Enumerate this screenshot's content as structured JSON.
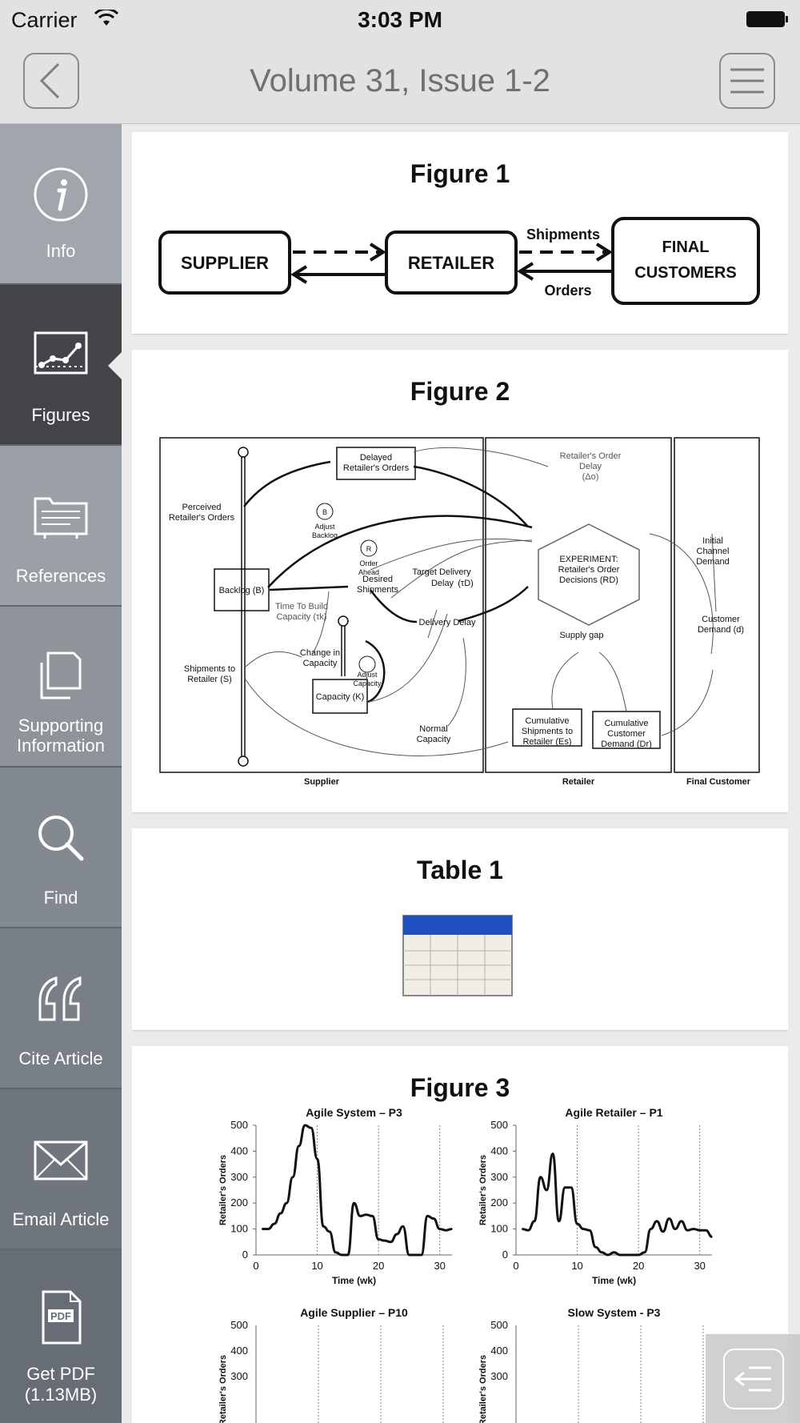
{
  "status_bar": {
    "carrier": "Carrier",
    "time": "3:03 PM"
  },
  "nav": {
    "title": "Volume 31, Issue 1-2"
  },
  "sidebar": {
    "items": [
      {
        "label": "Info",
        "icon": "info-icon",
        "active": false
      },
      {
        "label": "Figures",
        "icon": "chart-icon",
        "active": true
      },
      {
        "label": "References",
        "icon": "folder-icon",
        "active": false
      },
      {
        "label_line1": "Supporting",
        "label_line2": "Information",
        "icon": "documents-icon",
        "active": false
      },
      {
        "label": "Find",
        "icon": "search-icon",
        "active": false
      },
      {
        "label": "Cite Article",
        "icon": "quote-icon",
        "active": false
      },
      {
        "label": "Email Article",
        "icon": "envelope-icon",
        "active": false
      },
      {
        "label_line1": "Get PDF",
        "label_line2": "(1.13MB)",
        "icon": "pdf-icon",
        "icon_text": "PDF",
        "active": false
      }
    ]
  },
  "figure1": {
    "title": "Figure 1",
    "supplier": "SUPPLIER",
    "retailer": "RETAILER",
    "final_line1": "FINAL",
    "final_line2": "CUSTOMERS",
    "shipments": "Shipments",
    "orders": "Orders"
  },
  "figure2": {
    "title": "Figure 2",
    "labels": {
      "delayed1": "Delayed",
      "delayed2": "Retailer's Orders",
      "perceived1": "Perceived",
      "perceived2": "Retailer's Orders",
      "adjust_backlog1": "Adjust",
      "adjust_backlog2": "Backlog",
      "loop_b": "B",
      "loop_r": "R",
      "order_ahead1": "Order",
      "order_ahead2": "Ahead",
      "target1": "Target Delivery",
      "target2": "Delay",
      "tau_d": "(τD)",
      "retailer_order_delay1": "Retailer's Order",
      "retailer_order_delay2": "Delay",
      "retailer_order_delay3": "(Δo)",
      "experiment1": "EXPERIMENT:",
      "experiment2": "Retailer's Order",
      "experiment3": "Decisions (RD)",
      "backlog": "Backlog (B)",
      "desired1": "Desired",
      "desired2": "Shipments",
      "delivery_delay": "Delivery Delay",
      "time_build1": "Time To Build",
      "time_build2": "Capacity (τk)",
      "change_cap1": "Change in",
      "change_cap2": "Capacity",
      "adjust_cap1": "Adjust",
      "adjust_cap2": "Capacity",
      "shipments_ret1": "Shipments to",
      "shipments_ret2": "Retailer (S)",
      "capacity": "Capacity (K)",
      "normal1": "Normal",
      "normal2": "Capacity",
      "supply_gap": "Supply gap",
      "cum_ship1": "Cumulative",
      "cum_ship2": "Shipments to",
      "cum_ship3": "Retailer (Es)",
      "cum_dem1": "Cumulative",
      "cum_dem2": "Customer",
      "cum_dem3": "Demand (Dr)",
      "initial1": "Initial",
      "initial2": "Channel",
      "initial3": "Demand",
      "customer_demand1": "Customer",
      "customer_demand2": "Demand (d)",
      "panel_supplier": "Supplier",
      "panel_retailer": "Retailer",
      "panel_final": "Final Customer"
    }
  },
  "table1": {
    "title": "Table 1",
    "icon": "table-icon",
    "header_color": "#1f4fc0"
  },
  "figure3": {
    "title": "Figure 3"
  },
  "chart_data": [
    {
      "type": "line",
      "title": "Agile System – P3",
      "xlabel": "Time (wk)",
      "ylabel": "Retailer's Orders",
      "xlim": [
        0,
        32
      ],
      "ylim": [
        0,
        500
      ],
      "xticks": [
        "0",
        "10",
        "20",
        "30"
      ],
      "yticks": [
        "0",
        "100",
        "200",
        "300",
        "400",
        "500"
      ],
      "vlines": [
        10,
        20,
        30
      ],
      "x": [
        1,
        2,
        3,
        4,
        5,
        6,
        7,
        8,
        9,
        10,
        11,
        12,
        13,
        14,
        15,
        16,
        17,
        18,
        19,
        20,
        21,
        22,
        23,
        24,
        25,
        26,
        27,
        28,
        29,
        30,
        31,
        32
      ],
      "values": [
        100,
        100,
        120,
        160,
        200,
        300,
        420,
        500,
        490,
        370,
        110,
        90,
        10,
        0,
        0,
        200,
        150,
        155,
        150,
        60,
        55,
        50,
        80,
        110,
        0,
        0,
        0,
        150,
        140,
        100,
        95,
        100
      ]
    },
    {
      "type": "line",
      "title": "Agile Retailer – P1",
      "xlabel": "Time (wk)",
      "ylabel": "Retailer's Orders",
      "xlim": [
        0,
        32
      ],
      "ylim": [
        0,
        500
      ],
      "xticks": [
        "0",
        "10",
        "20",
        "30"
      ],
      "yticks": [
        "0",
        "100",
        "200",
        "300",
        "400",
        "500"
      ],
      "vlines": [
        10,
        20,
        30
      ],
      "x": [
        1,
        2,
        3,
        4,
        5,
        6,
        7,
        8,
        9,
        10,
        11,
        12,
        13,
        14,
        15,
        16,
        17,
        18,
        19,
        20,
        21,
        22,
        23,
        24,
        25,
        26,
        27,
        28,
        29,
        30,
        31,
        32
      ],
      "values": [
        100,
        95,
        130,
        300,
        250,
        390,
        130,
        260,
        260,
        120,
        100,
        95,
        30,
        10,
        0,
        10,
        0,
        0,
        0,
        0,
        10,
        100,
        130,
        90,
        140,
        100,
        130,
        95,
        100,
        95,
        95,
        70
      ]
    },
    {
      "type": "line",
      "title": "Agile Supplier – P10",
      "ylabel": "Retailer's Orders",
      "yticks": [
        "500",
        "400",
        "300"
      ]
    },
    {
      "type": "line",
      "title": "Slow System - P3",
      "ylabel": "Retailer's Orders",
      "yticks": [
        "500",
        "400",
        "300"
      ]
    }
  ]
}
